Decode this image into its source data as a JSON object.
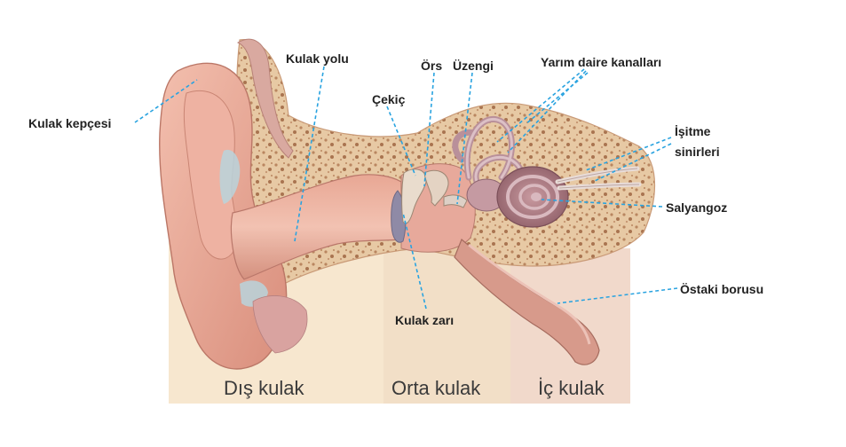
{
  "labels": {
    "kulak_kepcesi": "Kulak kepçesi",
    "kulak_yolu": "Kulak yolu",
    "ors": "Örs",
    "uzengi": "Üzengi",
    "yarim_daire": "Yarım daire kanalları",
    "cekic": "Çekiç",
    "isitme_1": "İşitme",
    "isitme_2": "sinirleri",
    "salyangoz": "Salyangoz",
    "ostaki": "Östaki borusu",
    "kulak_zari": "Kulak zarı"
  },
  "zones": {
    "dis": "Dış kulak",
    "orta": "Orta kulak",
    "ic": "İç kulak"
  },
  "colors": {
    "leader": "#29a3e0",
    "outer_bg": "#f6e6cc",
    "middle_bg": "#f1dcc4",
    "inner_bg": "#f0d6c8",
    "skin": "#e9a592",
    "skin_dark": "#c97d6c",
    "bone": "#e6c7a2",
    "bone_dot": "#b07a55",
    "cochlea": "#a5767e"
  }
}
